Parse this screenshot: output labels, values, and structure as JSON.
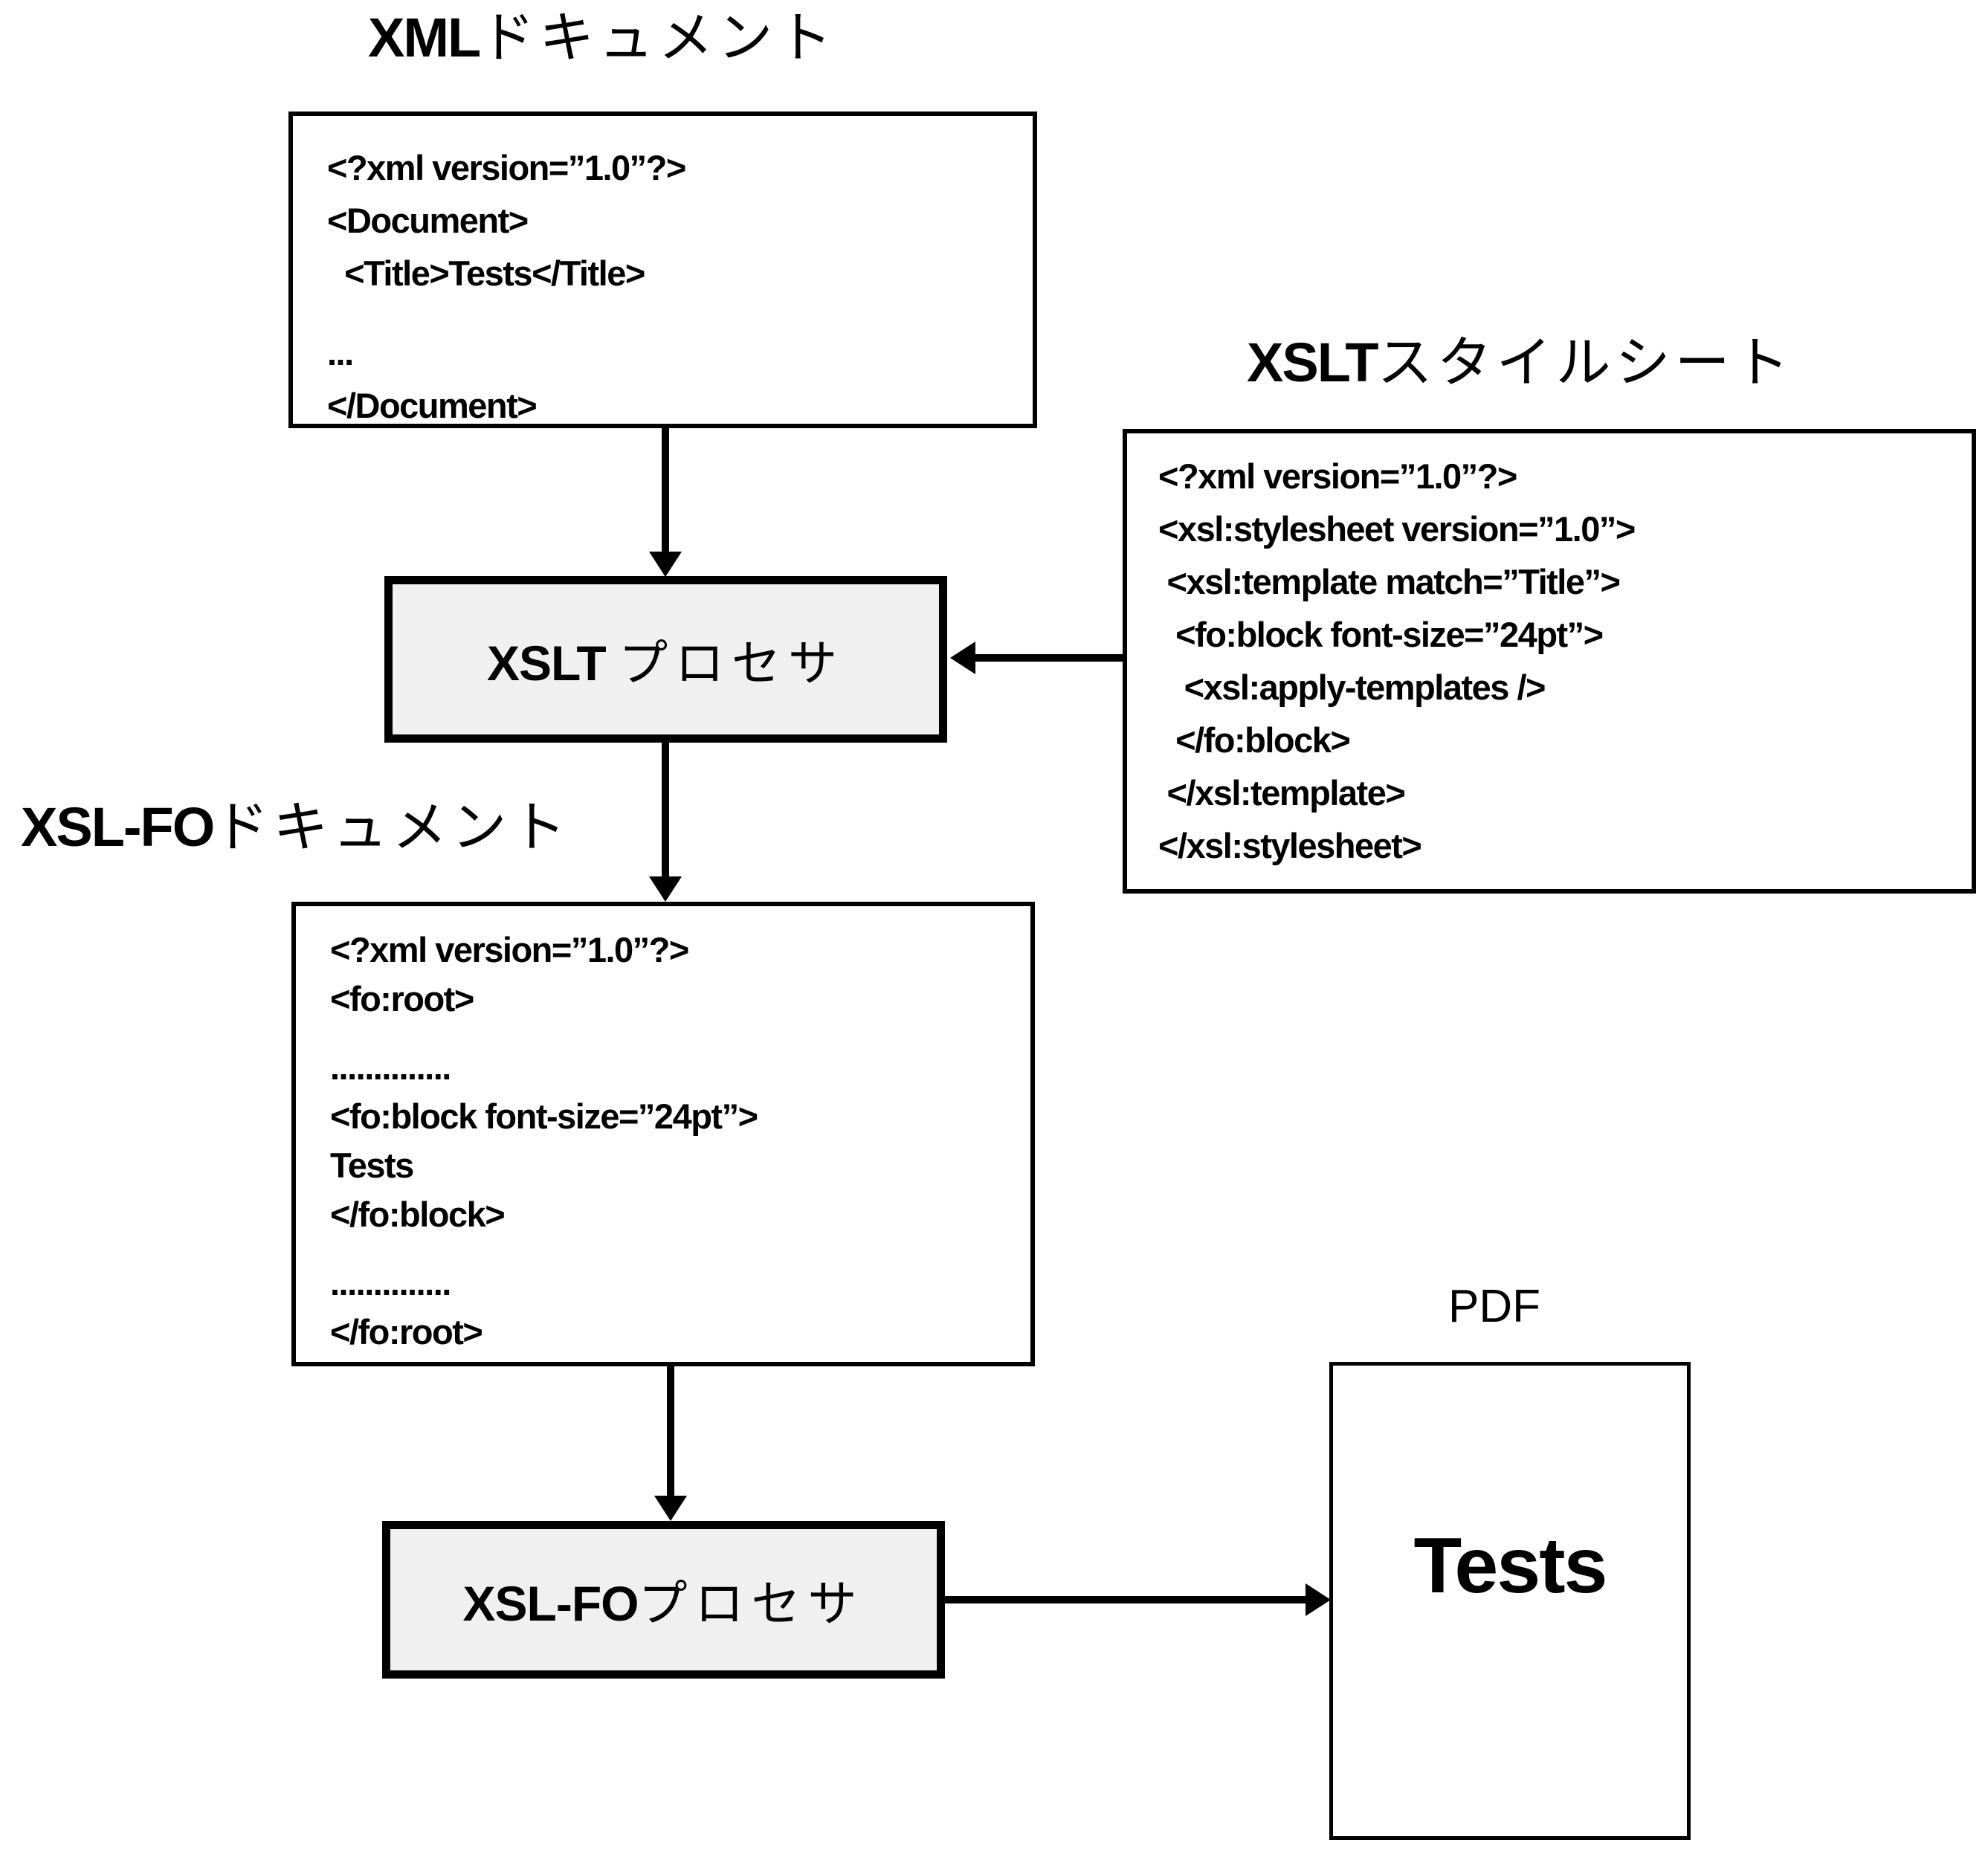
{
  "diagram": {
    "colors": {
      "background": "#ffffff",
      "line": "#000000",
      "text": "#000000",
      "processor_fill": "#f0f0f0"
    },
    "xml_document": {
      "title_latin": "XML",
      "title_kana": "ドキュメント",
      "code_lines": [
        {
          "text": "<?xml version=”1.0”?>"
        },
        {
          "text": "<Document>"
        },
        {
          "text": "  <Title>Tests</Title>"
        },
        {
          "text": "...",
          "gap": true
        },
        {
          "text": "</Document>"
        }
      ]
    },
    "xslt_stylesheet": {
      "title_latin": "XSLT",
      "title_kana": "スタイルシート",
      "code_lines": [
        {
          "text": "<?xml version=”1.0”?>"
        },
        {
          "text": "<xsl:stylesheet version=”1.0”>"
        },
        {
          "text": " <xsl:template match=”Title”>"
        },
        {
          "text": "  <fo:block font-size=”24pt”>"
        },
        {
          "text": "   <xsl:apply-templates />"
        },
        {
          "text": "  </fo:block>"
        },
        {
          "text": " </xsl:template>"
        },
        {
          "text": "</xsl:stylesheet>"
        }
      ]
    },
    "xslt_processor": {
      "label_latin": "XSLT ",
      "label_kana": "プロセサ"
    },
    "xslfo_document": {
      "title_latin": "XSL-FO",
      "title_kana": "ドキュメント",
      "code_lines": [
        {
          "text": "<?xml version=”1.0”?>"
        },
        {
          "text": "<fo:root>"
        },
        {
          "text": "..............",
          "gap": true
        },
        {
          "text": "<fo:block font-size=”24pt”>"
        },
        {
          "text": "Tests"
        },
        {
          "text": "</fo:block>"
        },
        {
          "text": "..............",
          "gap": true
        },
        {
          "text": "</fo:root>"
        }
      ]
    },
    "xslfo_processor": {
      "label_latin": "XSL-FO",
      "label_kana": "プロセサ"
    },
    "pdf": {
      "title": "PDF",
      "content": "Tests"
    }
  }
}
